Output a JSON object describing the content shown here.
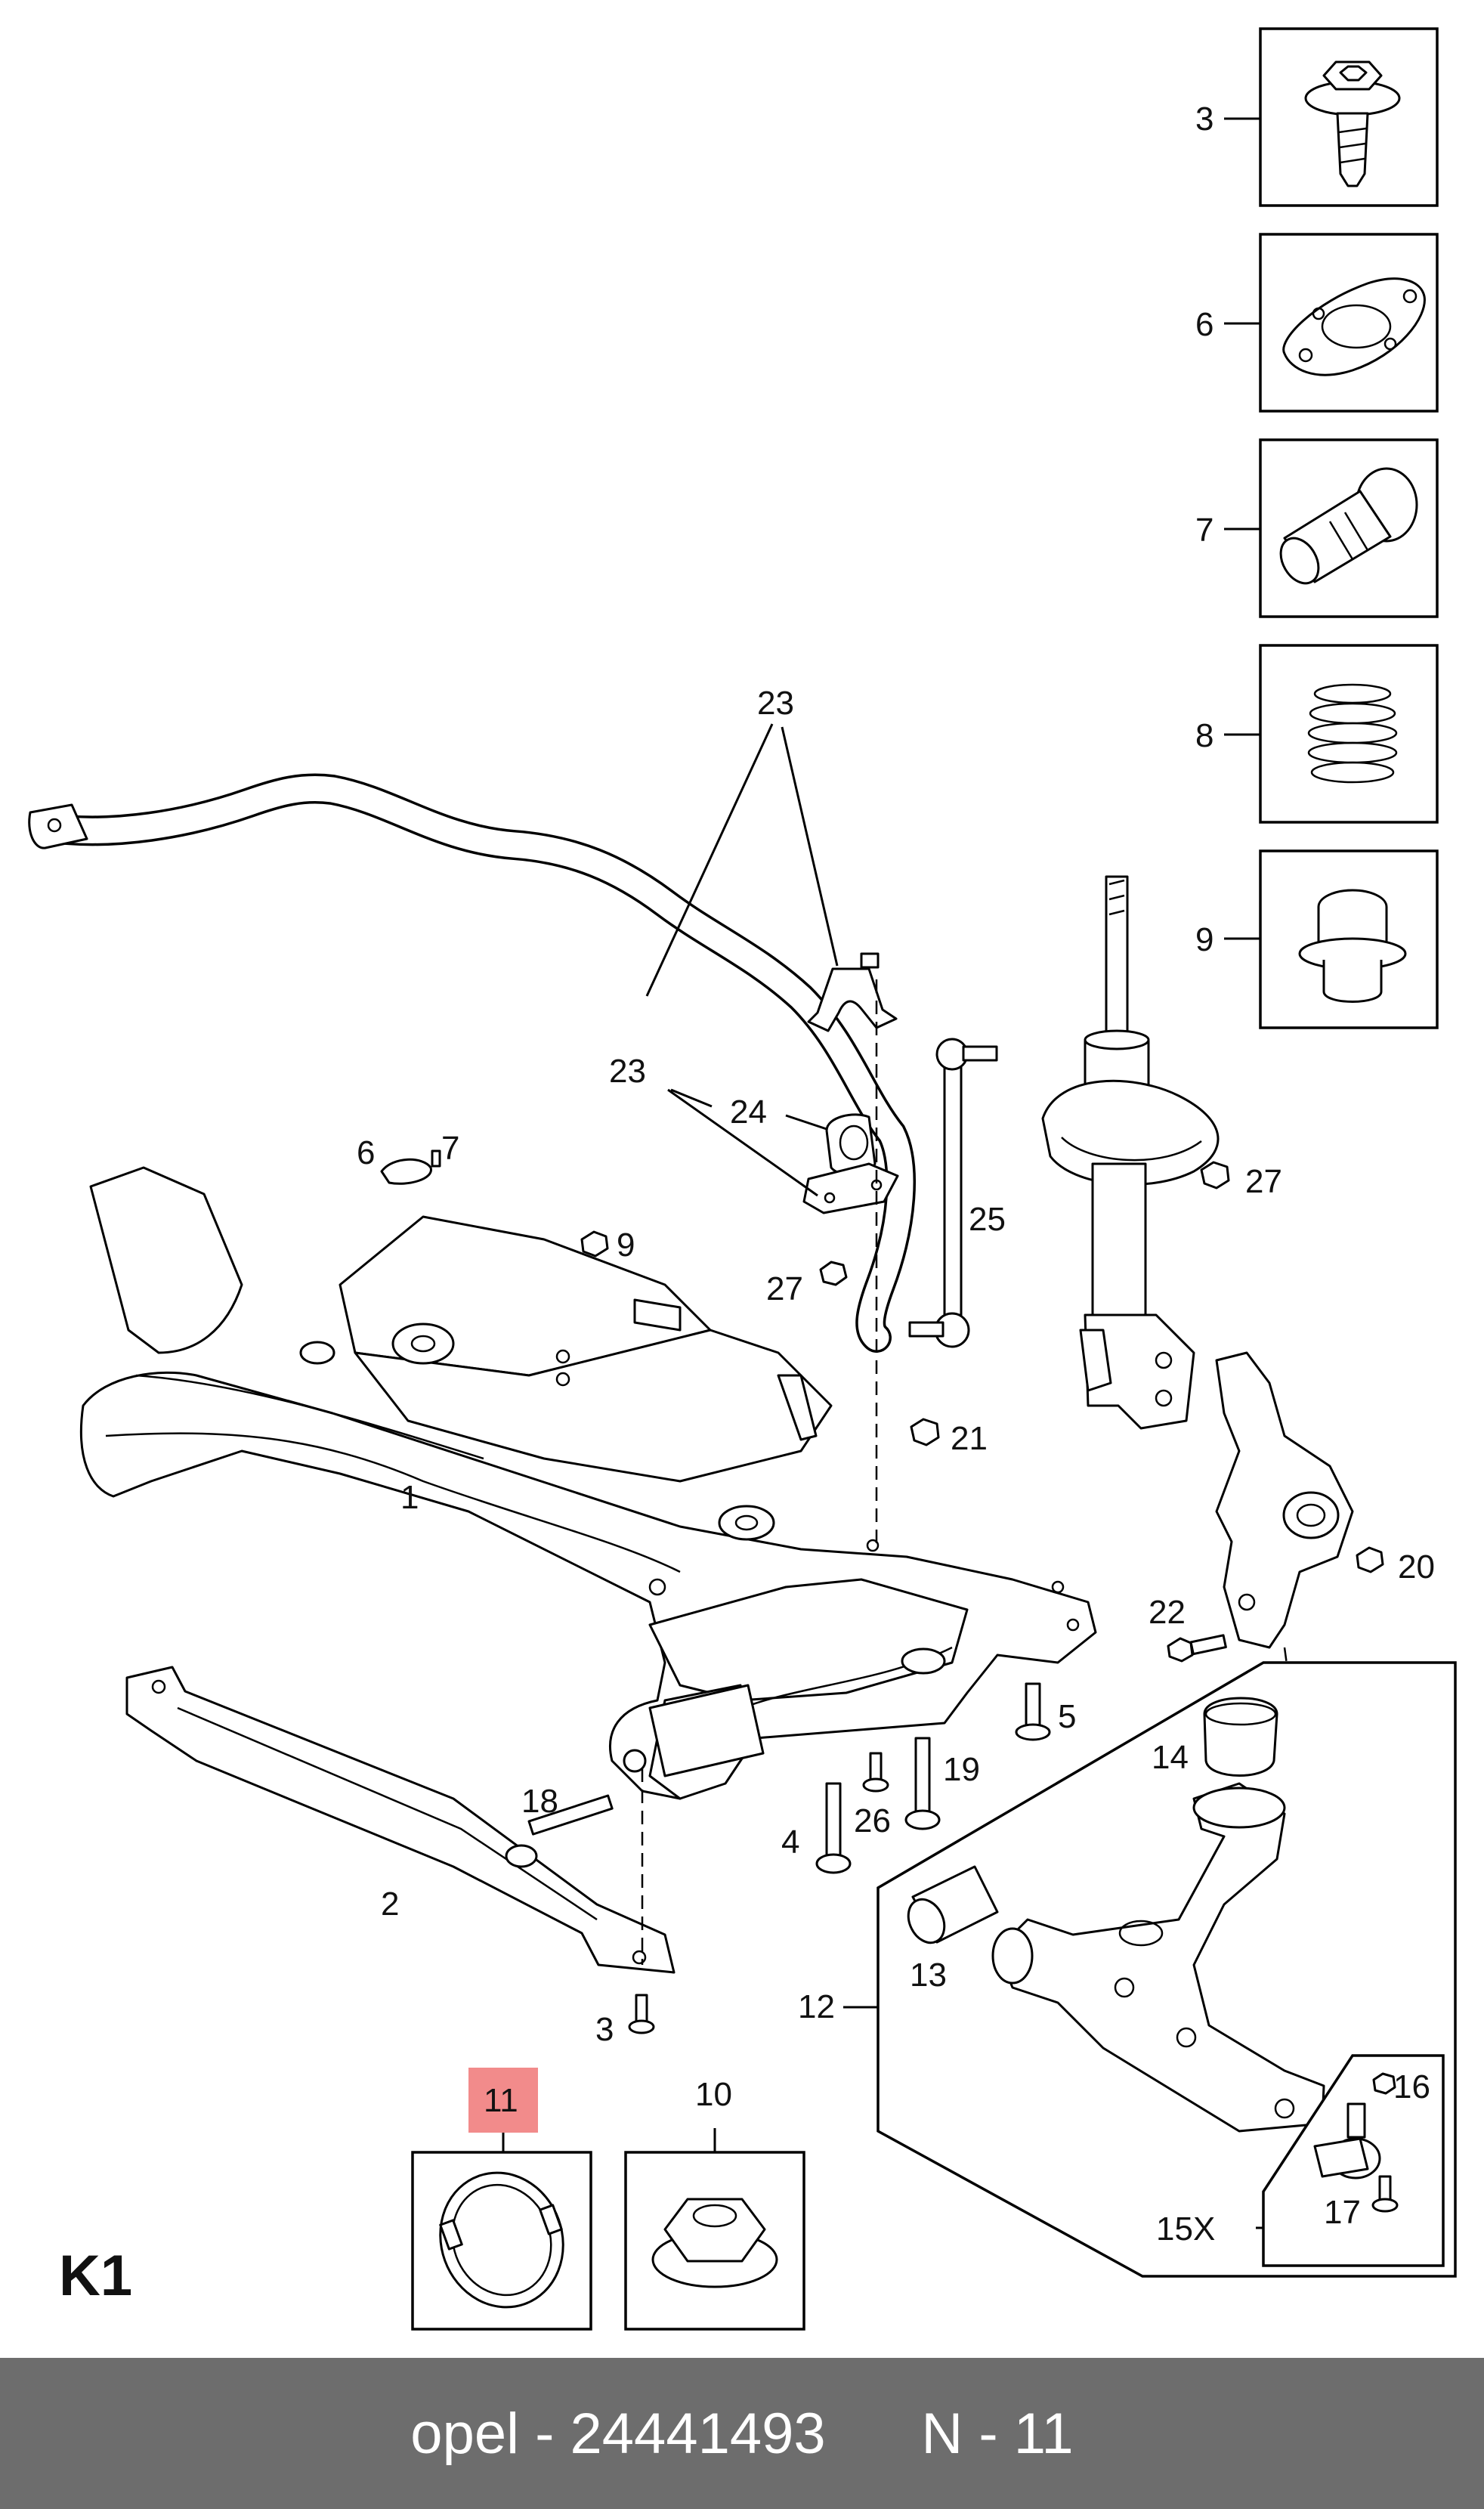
{
  "callouts": {
    "c3_box": "3",
    "c6_box": "6",
    "c7_box": "7",
    "c8_box": "8",
    "c9_box": "9",
    "c23_top": "23",
    "c23_mid": "23",
    "c24": "24",
    "c6_small": "6",
    "c7_small": "7",
    "c9_small": "9",
    "c27_left": "27",
    "c25": "25",
    "c27_right": "27",
    "c21": "21",
    "c20": "20",
    "c1": "1",
    "c22": "22",
    "c5": "5",
    "c14": "14",
    "c18": "18",
    "c19": "19",
    "c26": "26",
    "c4": "4",
    "c2": "2",
    "c13": "13",
    "c12": "12",
    "c3_bottom": "3",
    "c11": "11",
    "c10": "10",
    "c16": "16",
    "c15x": "15X",
    "c17": "17"
  },
  "highlight_color": "#f28b8b",
  "page_label": "K1",
  "footer": {
    "text": "opel - 24441493      N - 11",
    "background": "#6d6d6d"
  }
}
